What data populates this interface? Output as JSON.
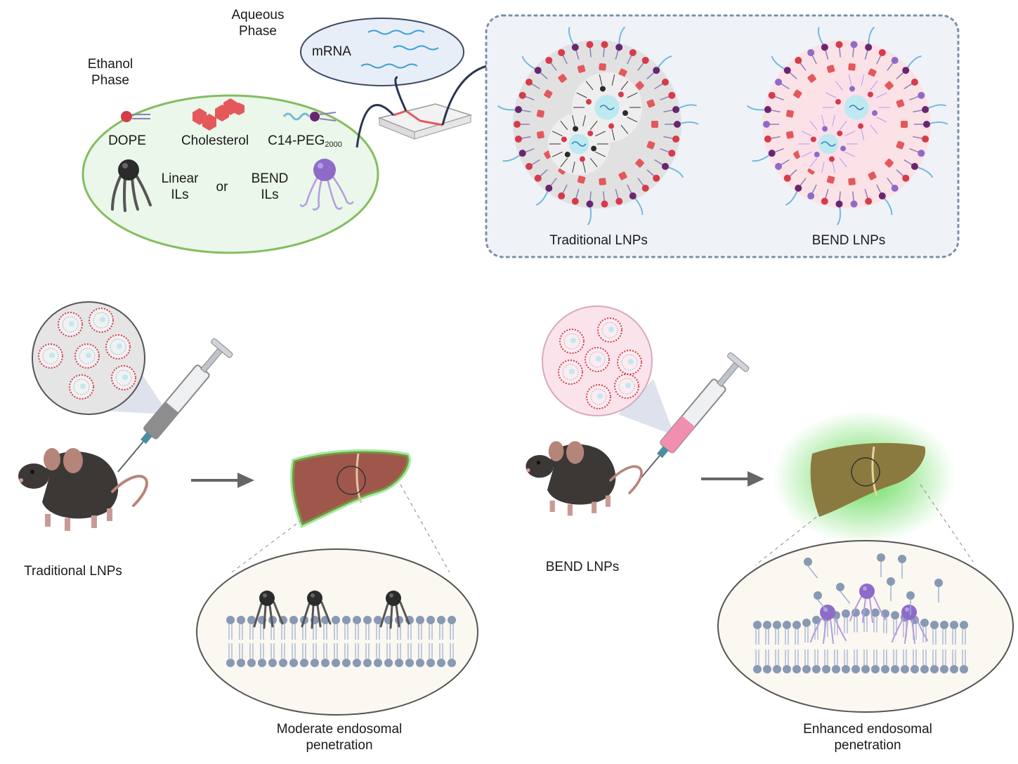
{
  "top": {
    "ethanol_phase": {
      "line1": "Ethanol",
      "line2": "Phase"
    },
    "aqueous_phase": {
      "line1": "Aqueous",
      "line2": "Phase"
    },
    "mrna": "mRNA",
    "components": {
      "dope": "DOPE",
      "cholesterol": "Cholesterol",
      "peg_main": "C14-PEG",
      "peg_sub": "2000",
      "linear_ils": {
        "line1": "Linear",
        "line2": "ILs"
      },
      "or": "or",
      "bend_ils": {
        "line1": "BEND",
        "line2": "ILs"
      }
    },
    "lnp_titles": {
      "traditional": "Traditional LNPs",
      "bend": "BEND LNPs"
    }
  },
  "bottom": {
    "left_caption": "Traditional LNPs",
    "right_caption": "BEND LNPs",
    "left_result": {
      "line1": "Moderate endosomal",
      "line2": "penetration"
    },
    "right_result": {
      "line1": "Enhanced endosomal",
      "line2": "penetration"
    }
  },
  "colors": {
    "ethanol_fill": "#eaf7ea",
    "ethanol_stroke": "#84bd60",
    "aqueous_fill": "#e8eef7",
    "panel_fill": "#eff3f8",
    "panel_stroke": "#7d8ea6",
    "lipid_red": "#d63b4a",
    "cholesterol": "#e4585b",
    "peg_blue": "#76b8dc",
    "peg_head": "#6a2570",
    "linear_il": "#2b2b2b",
    "bend_il": "#8e6bc9",
    "liver": "#a0574b",
    "liver_enhanced": "#8a7a3f",
    "glow": "#49d43b",
    "mouse": "#3b3836",
    "membrane": "#8899b3"
  }
}
